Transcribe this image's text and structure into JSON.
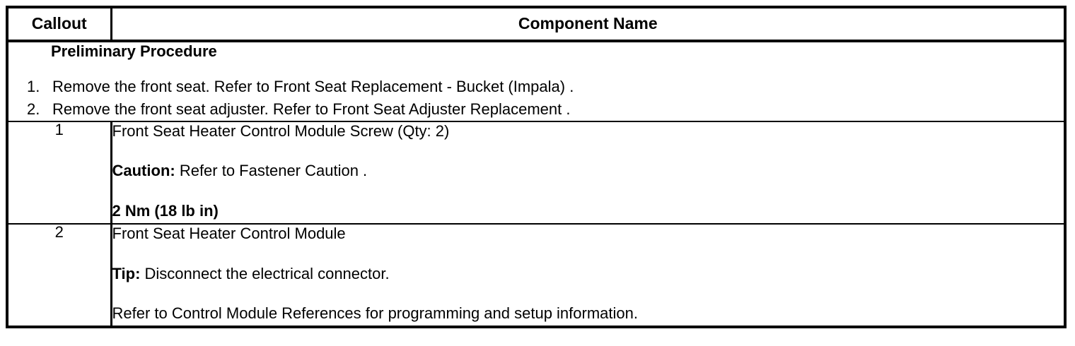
{
  "table": {
    "headers": {
      "callout": "Callout",
      "component_name": "Component Name"
    },
    "preliminary": {
      "title": "Preliminary Procedure",
      "steps": [
        {
          "marker": "1.",
          "text": "Remove the front seat. Refer to Front Seat Replacement - Bucket (Impala) ."
        },
        {
          "marker": "2.",
          "text": "Remove the front seat adjuster. Refer to Front Seat Adjuster Replacement ."
        }
      ]
    },
    "rows": [
      {
        "callout": "1",
        "lines": [
          {
            "text": "Front Seat Heater Control Module Screw (Qty: 2)",
            "style": "normal"
          },
          {
            "label": "Caution:",
            "text": " Refer to Fastener Caution .",
            "style": "label-bold"
          },
          {
            "text": "2 Nm (18 lb in)",
            "style": "bold"
          }
        ]
      },
      {
        "callout": "2",
        "lines": [
          {
            "text": "Front Seat Heater Control Module",
            "style": "normal"
          },
          {
            "label": "Tip:",
            "text": " Disconnect the electrical connector.",
            "style": "label-bold"
          },
          {
            "text": "Refer to Control Module References for programming and setup information.",
            "style": "normal"
          }
        ]
      }
    ]
  },
  "colors": {
    "border": "#000000",
    "text": "#000000",
    "background": "#ffffff"
  }
}
